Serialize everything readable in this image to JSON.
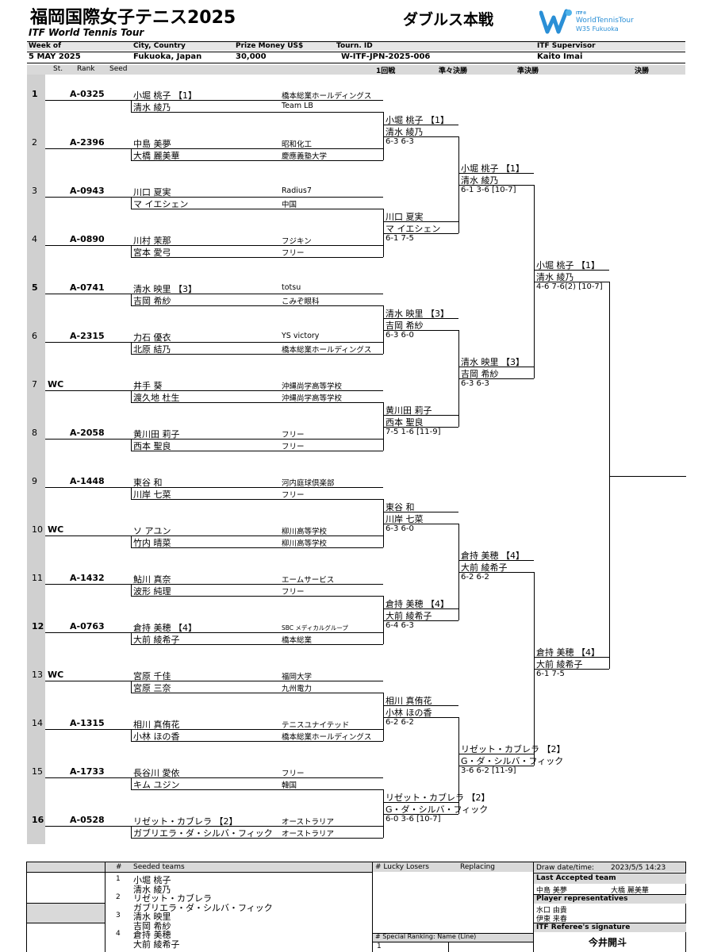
{
  "header": {
    "title": "福岡国際女子テニス2025",
    "subtitle": "ITF World Tennis Tour",
    "draw_type": "ダブルス本戦",
    "logo_small": "ITF®",
    "logo_main": "WorldTennisTour",
    "logo_sub": "W35 Fukuoka",
    "week_label": "Week of",
    "week_value": "5 MAY 2025",
    "city_label": "City, Country",
    "city_value": "Fukuoka, Japan",
    "prize_label": "Prize Money US$",
    "prize_value": "30,000",
    "tourn_label": "Tourn. ID",
    "tourn_value": "W-ITF-JPN-2025-006",
    "supervisor_label": "ITF  Supervisor",
    "supervisor_value": "Kaito Imai"
  },
  "columns": {
    "st": "St.",
    "rank": "Rank",
    "seed": "Seed",
    "r1": "1回戦",
    "qf": "準々決勝",
    "sf": "準決勝",
    "final": "決勝"
  },
  "entries": [
    {
      "pos": "1",
      "st": "",
      "rank": "A-0325",
      "p1": "小堀 桃子 【1】",
      "p2": "清水 綾乃",
      "c1": "橋本総業ホールディングス",
      "c2": "Team LB"
    },
    {
      "pos": "2",
      "st": "",
      "rank": "A-2396",
      "p1": "中島 美夢",
      "p2": "大橋 麗美華",
      "c1": "昭和化工",
      "c2": "慶應義塾大学"
    },
    {
      "pos": "3",
      "st": "",
      "rank": "A-0943",
      "p1": "川口 夏実",
      "p2": "マ イエシェン",
      "c1": "Radius7",
      "c2": "中国"
    },
    {
      "pos": "4",
      "st": "",
      "rank": "A-0890",
      "p1": "川村 茉那",
      "p2": "宮本 愛弓",
      "c1": "フジキン",
      "c2": "フリー"
    },
    {
      "pos": "5",
      "st": "",
      "rank": "A-0741",
      "p1": "清水 映里 【3】",
      "p2": "吉岡 希紗",
      "c1": "totsu",
      "c2": "こみぞ眼科"
    },
    {
      "pos": "6",
      "st": "",
      "rank": "A-2315",
      "p1": "力石 優衣",
      "p2": "北原 結乃",
      "c1": "YS victory",
      "c2": "橋本総業ホールディングス"
    },
    {
      "pos": "7",
      "st": "WC",
      "rank": "",
      "p1": "井手 葵",
      "p2": "渡久地 杜生",
      "c1": "沖縄尚学高等学校",
      "c2": "沖縄尚学高等学校"
    },
    {
      "pos": "8",
      "st": "",
      "rank": "A-2058",
      "p1": "黄川田 莉子",
      "p2": "西本 聖良",
      "c1": "フリー",
      "c2": "フリー"
    },
    {
      "pos": "9",
      "st": "",
      "rank": "A-1448",
      "p1": "東谷 和",
      "p2": "川岸 七菜",
      "c1": "河内庭球倶楽部",
      "c2": "フリー"
    },
    {
      "pos": "10",
      "st": "WC",
      "rank": "",
      "p1": "ソ アユン",
      "p2": "竹内 晴菜",
      "c1": "柳川高等学校",
      "c2": "柳川高等学校"
    },
    {
      "pos": "11",
      "st": "",
      "rank": "A-1432",
      "p1": "鮎川 真奈",
      "p2": "波形 純理",
      "c1": "エームサービス",
      "c2": "フリー"
    },
    {
      "pos": "12",
      "st": "",
      "rank": "A-0763",
      "p1": "倉持 美穂 【4】",
      "p2": "大前 綾希子",
      "c1": "SBC メディカルグループ",
      "c2": "橋本総業"
    },
    {
      "pos": "13",
      "st": "WC",
      "rank": "",
      "p1": "宮原 千佳",
      "p2": "宮原 三奈",
      "c1": "福岡大学",
      "c2": "九州電力"
    },
    {
      "pos": "14",
      "st": "",
      "rank": "A-1315",
      "p1": "相川 真侑花",
      "p2": "小林 ほの香",
      "c1": "テニスユナイテッド",
      "c2": "橋本総業ホールディングス"
    },
    {
      "pos": "15",
      "st": "",
      "rank": "A-1733",
      "p1": "長谷川 愛依",
      "p2": "キム ユジン",
      "c1": "フリー",
      "c2": "韓国"
    },
    {
      "pos": "16",
      "st": "",
      "rank": "A-0528",
      "p1": "リゼット・カブレラ 【2】",
      "p2": "ガブリエラ・ダ・シルバ・フィック",
      "c1": "オーストラリア",
      "c2": "オーストラリア"
    }
  ],
  "r1": [
    {
      "w1": "小堀 桃子 【1】",
      "w2": "清水 綾乃",
      "score": "6-3 6-3"
    },
    {
      "w1": "川口 夏実",
      "w2": "マ イエシェン",
      "score": "6-1 7-5"
    },
    {
      "w1": "清水 映里 【3】",
      "w2": "吉岡 希紗",
      "score": "6-3 6-0"
    },
    {
      "w1": "黄川田 莉子",
      "w2": "西本 聖良",
      "score": "7-5 1-6 [11-9]"
    },
    {
      "w1": "東谷 和",
      "w2": "川岸 七菜",
      "score": "6-3 6-0"
    },
    {
      "w1": "倉持 美穂 【4】",
      "w2": "大前 綾希子",
      "score": "6-4 6-3"
    },
    {
      "w1": "相川 真侑花",
      "w2": "小林 ほの香",
      "score": "6-2 6-2"
    },
    {
      "w1": "リゼット・カブレラ 【2】",
      "w2": "G・ダ・シルバ・フィック",
      "score": "6-0 3-6 [10-7]"
    }
  ],
  "qf": [
    {
      "w1": "小堀 桃子 【1】",
      "w2": "清水 綾乃",
      "score": "6-1 3-6 [10-7]"
    },
    {
      "w1": "清水 映里 【3】",
      "w2": "吉岡 希紗",
      "score": "6-3 6-3"
    },
    {
      "w1": "倉持 美穂 【4】",
      "w2": "大前 綾希子",
      "score": "6-2 6-2"
    },
    {
      "w1": "リゼット・カブレラ 【2】",
      "w2": "G・ダ・シルバ・フィック",
      "score": "3-6 6-2 [11-9]"
    }
  ],
  "sf": [
    {
      "w1": "小堀 桃子 【1】",
      "w2": "清水 綾乃",
      "score": "4-6 7-6(2) [10-7]"
    },
    {
      "w1": "倉持 美穂 【4】",
      "w2": "大前 綾希子",
      "score": "6-1 7-5"
    }
  ],
  "footer": {
    "hash": "#",
    "seeded_label": "Seeded teams",
    "seeds": [
      {
        "n": "1",
        "a": "小堀 桃子",
        "b": "清水 綾乃"
      },
      {
        "n": "2",
        "a": "リゼット・カブレラ",
        "b": "ガブリエラ・ダ・シルバ・フィック"
      },
      {
        "n": "3",
        "a": "清水 映里",
        "b": "吉岡 希紗"
      },
      {
        "n": "4",
        "a": "倉持 美穂",
        "b": "大前 綾希子"
      }
    ],
    "lucky_label": "#  Lucky Losers",
    "replacing_label": "Replacing",
    "special_label": "#  Special Ranking: Name (Line)",
    "special_first": "1",
    "draw_date_label": "Draw date/time:",
    "draw_date_value": "2023/5/5 14:23",
    "last_accepted_label": "Last Accepted team",
    "last_accepted_a": "中島 美夢",
    "last_accepted_b": "大橋 麗美華",
    "player_rep_label": "Player representatives",
    "rep1": "水口 由貴",
    "rep2": "伊東 来春",
    "referee_label": "ITF Referee's signature",
    "referee_value": "今井開斗"
  }
}
